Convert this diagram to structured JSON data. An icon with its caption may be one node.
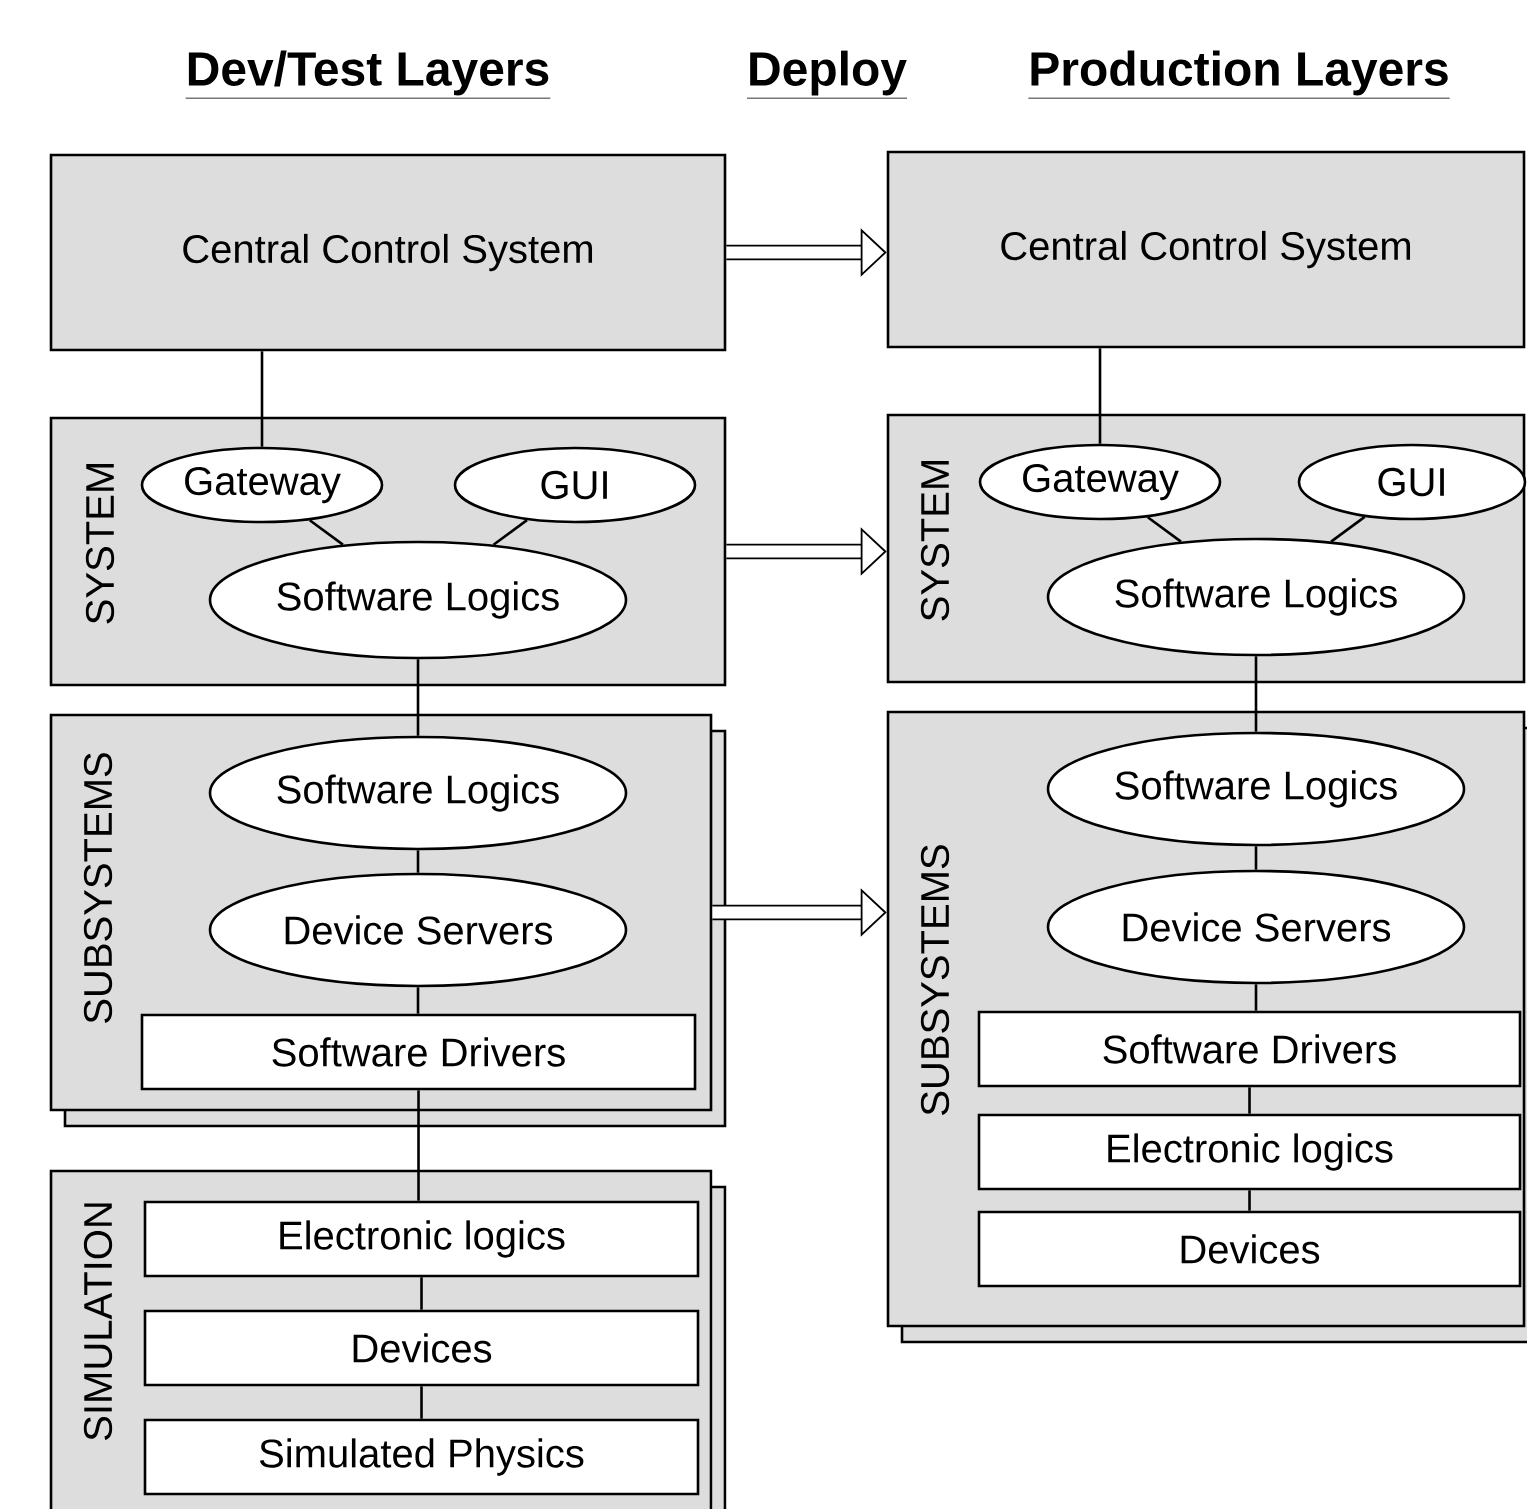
{
  "diagram": {
    "nodes": [
      {
        "text": [
          "Central Control System"
        ]
      },
      {
        "text": [
          "SYSTEM"
        ]
      },
      {
        "text": [
          "Gateway"
        ],
        "in": 1
      },
      {
        "text": [
          "GUI"
        ],
        "in": 1
      },
      {
        "text": [
          "Software Logics"
        ],
        "in": 1
      },
      {
        "text": [
          "SUBSYSTEMS"
        ]
      },
      {
        "text": [
          "Software Logics"
        ],
        "in": 5
      },
      {
        "text": [
          "Device Servers"
        ],
        "in": 5
      },
      {
        "text": [
          "Software Drivers"
        ],
        "in": 5
      },
      {
        "text": [
          "SIMULATION"
        ]
      },
      {
        "text": [
          "Electronic logics"
        ],
        "in": 9
      },
      {
        "text": [
          "Devices"
        ],
        "in": 9
      },
      {
        "text": [
          "Simulated Physics"
        ],
        "in": 9
      },
      {
        "text": [
          "Central Control System"
        ]
      },
      {
        "text": [
          "SYSTEM"
        ]
      },
      {
        "text": [
          "Gateway"
        ],
        "in": 14
      },
      {
        "text": [
          "GUI"
        ],
        "in": 14
      },
      {
        "text": [
          "Software Logics"
        ],
        "in": 14
      },
      {
        "text": [
          "SUBSYSTEMS"
        ]
      },
      {
        "text": [
          "Software Logics"
        ],
        "in": 18
      },
      {
        "text": [
          "Device Servers"
        ],
        "in": 18
      },
      {
        "text": [
          "Software Drivers"
        ],
        "in": 18
      },
      {
        "text": [
          "Electronic logics"
        ],
        "in": 18
      },
      {
        "text": [
          "Devices"
        ],
        "in": 18
      }
    ],
    "edges": [
      {
        "from": 0,
        "to": 2,
        "arrow": "none"
      },
      {
        "from": 2,
        "to": 4,
        "arrow": "none"
      },
      {
        "from": 3,
        "to": 4,
        "arrow": "none"
      },
      {
        "from": 4,
        "to": 6,
        "arrow": "none"
      },
      {
        "from": 6,
        "to": 7,
        "arrow": "none"
      },
      {
        "from": 7,
        "to": 8,
        "arrow": "none"
      },
      {
        "from": 8,
        "to": 10,
        "arrow": "none"
      },
      {
        "from": 10,
        "to": 11,
        "arrow": "none"
      },
      {
        "from": 11,
        "to": 12,
        "arrow": "none"
      },
      {
        "from": 13,
        "to": 15,
        "arrow": "none"
      },
      {
        "from": 15,
        "to": 17,
        "arrow": "none"
      },
      {
        "from": 16,
        "to": 17,
        "arrow": "none"
      },
      {
        "from": 17,
        "to": 19,
        "arrow": "none"
      },
      {
        "from": 19,
        "to": 20,
        "arrow": "none"
      },
      {
        "from": 20,
        "to": 21,
        "arrow": "none"
      },
      {
        "from": 21,
        "to": 22,
        "arrow": "none"
      },
      {
        "from": 22,
        "to": 23,
        "arrow": "none"
      },
      {
        "from": 0,
        "to": 13,
        "arrow": "to",
        "style": "thick"
      },
      {
        "from": 1,
        "to": 14,
        "arrow": "to",
        "style": "thick"
      },
      {
        "from": 5,
        "to": 18,
        "arrow": "to",
        "style": "thick"
      }
    ],
    "labels": [
      "Dev/Test Layers",
      "Deploy",
      "Production Layers"
    ]
  }
}
